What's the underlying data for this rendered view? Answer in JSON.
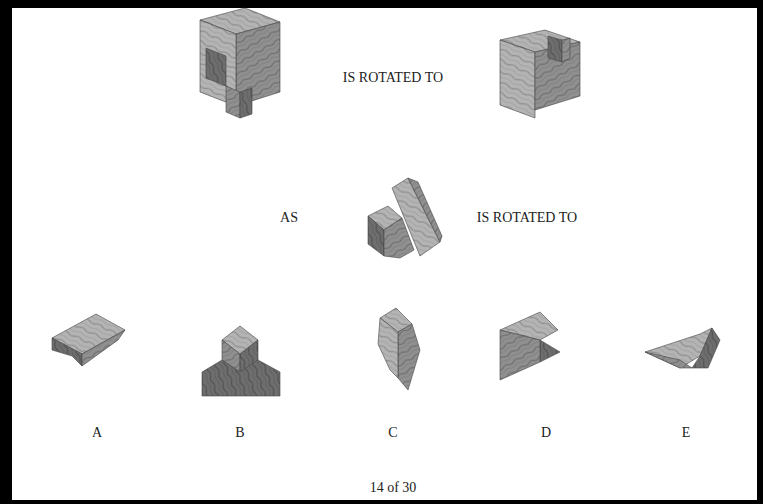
{
  "diagram": {
    "labels": [
      "IS ROTATED TO",
      "AS",
      "IS ROTATED TO",
      "A",
      "B",
      "C",
      "D",
      "E",
      "14 of 30"
    ]
  }
}
